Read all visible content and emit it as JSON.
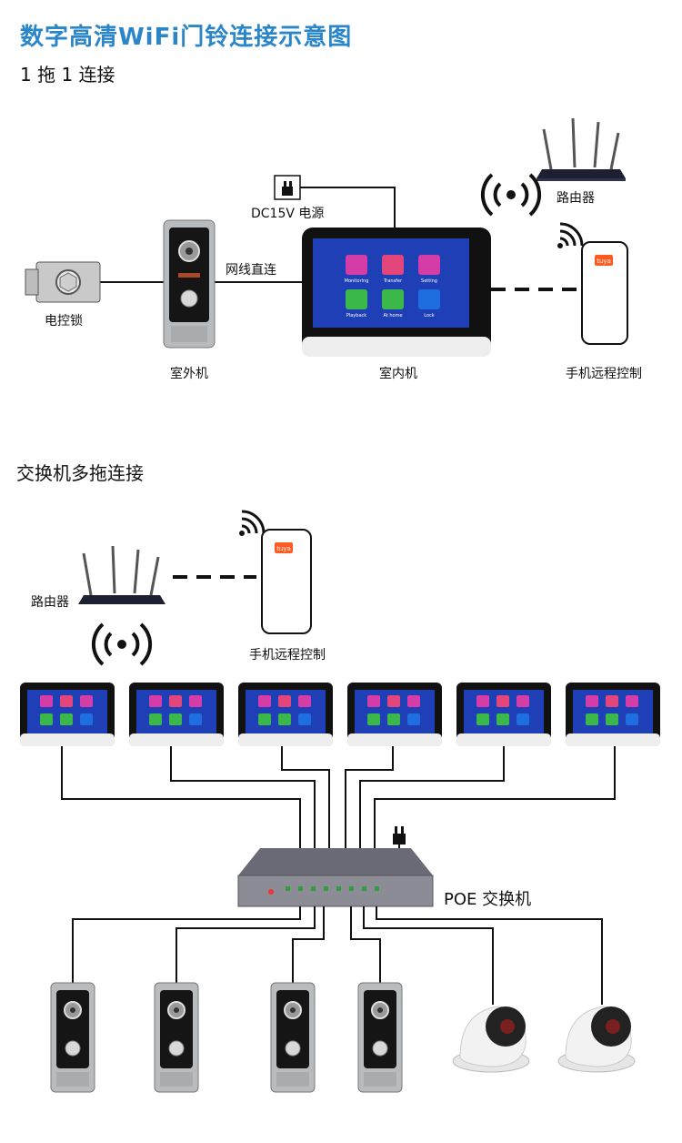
{
  "title": "数字高清WiFi门铃连接示意图",
  "section1": {
    "heading": "1 拖 1 连接",
    "labels": {
      "lock": "电控锁",
      "outdoor": "室外机",
      "indoor": "室内机",
      "power": "DC15V 电源",
      "direct": "网线直连",
      "router": "路由器",
      "phone": "手机远程控制"
    }
  },
  "section2": {
    "heading": "交换机多拖连接",
    "labels": {
      "router": "路由器",
      "phone": "手机远程控制",
      "poe": "POE 交换机"
    }
  },
  "monitor_tiles": [
    "Monitoring",
    "Transfer",
    "Setting",
    "Playback",
    "At home",
    "Lock"
  ],
  "phone_app": "tuya",
  "colors": {
    "title": "#2a86c8",
    "screen": "#1f3fb6",
    "tile_magenta": "#d63ca8",
    "tile_pink": "#e2457a",
    "tile_green": "#3bb84a"
  }
}
